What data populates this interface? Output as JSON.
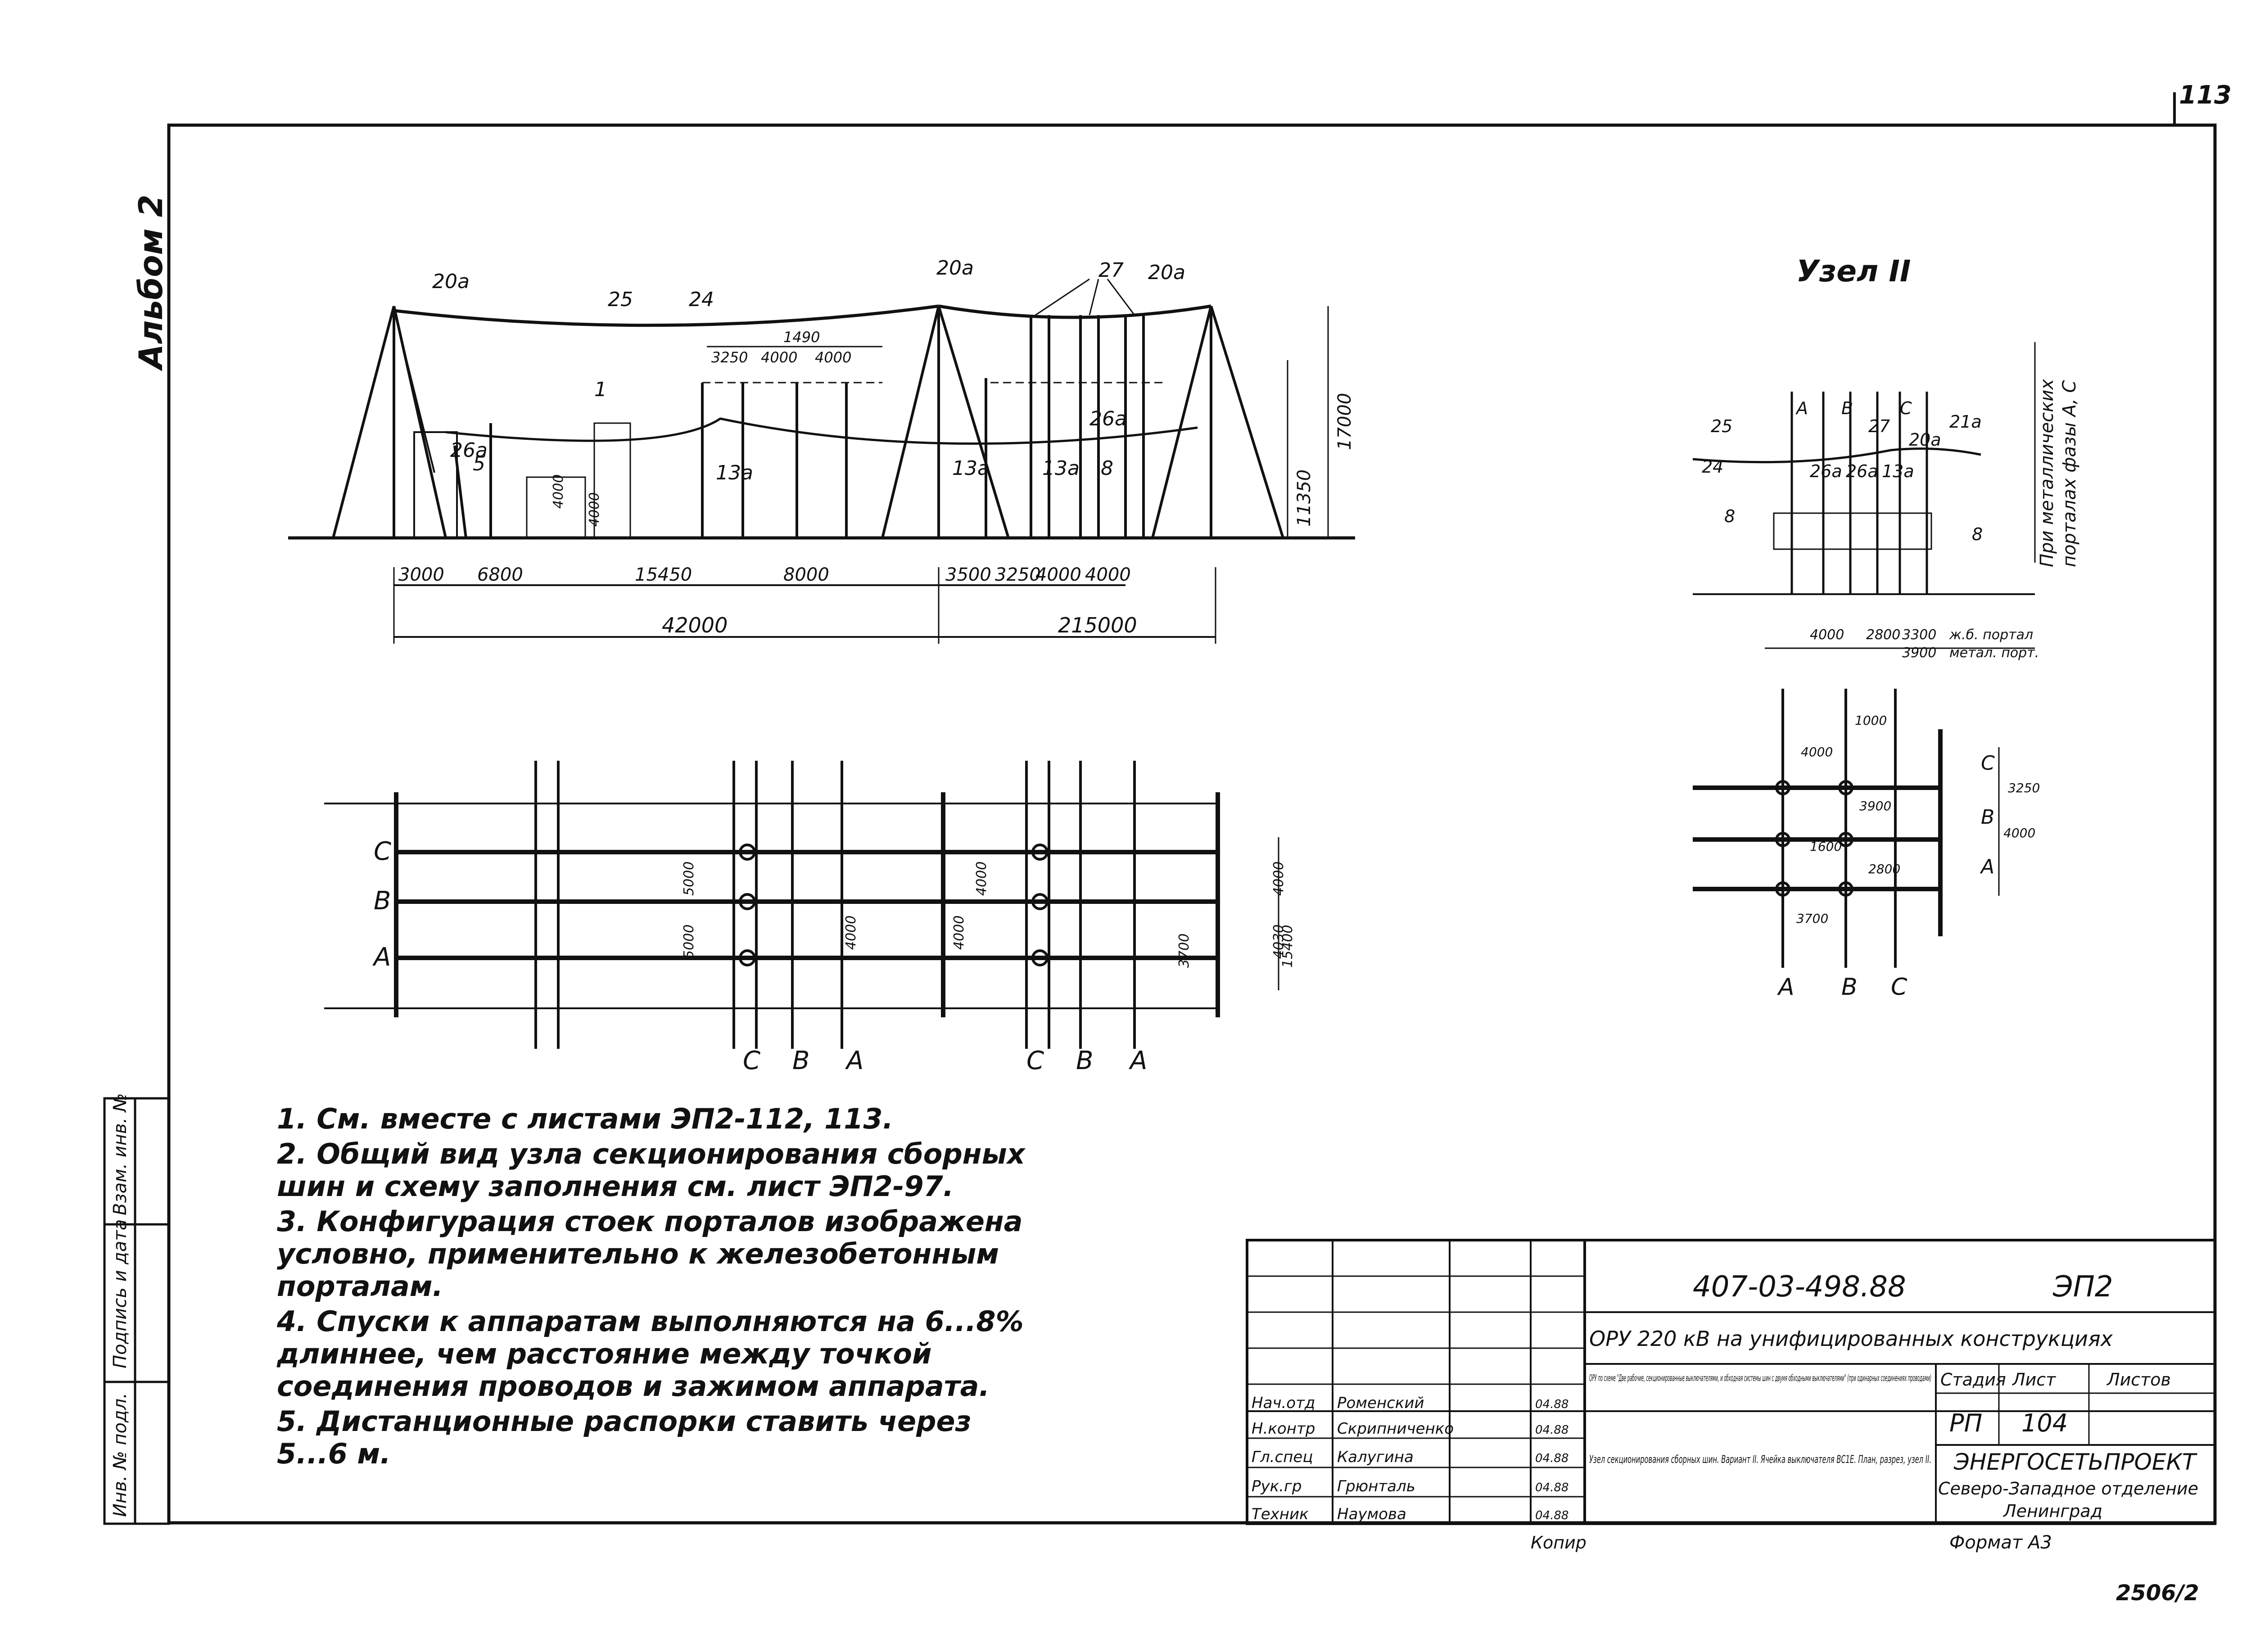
{
  "page": {
    "album": "Альбом 2",
    "sheet_number_top": "113",
    "archive_number": "2506/2",
    "format": "Формат А3",
    "copy_label": "Копир"
  },
  "elevation": {
    "labels": [
      "20а",
      "25",
      "24",
      "20а",
      "27",
      "20а",
      "26а",
      "26а",
      "13а",
      "13а",
      "13а",
      "8",
      "5",
      "1"
    ],
    "dims_top": [
      "1490",
      "3250",
      "4000",
      "4000"
    ],
    "dims_vertical": [
      "17000",
      "11350",
      "4000",
      "4000"
    ],
    "dims_bottom_row1": [
      "3000",
      "6800",
      "15450",
      "8000",
      "3500",
      "3250",
      "4000",
      "4000"
    ],
    "dims_bottom_row2": [
      "42000",
      "215000"
    ]
  },
  "plan": {
    "phases_left": [
      "С",
      "В",
      "А"
    ],
    "phases_bottom": [
      "С",
      "В",
      "А",
      "С",
      "В",
      "А"
    ],
    "dims": [
      "5000",
      "5000",
      "4000",
      "4000",
      "15400",
      "4030",
      "3700",
      "4000",
      "4000"
    ]
  },
  "node2": {
    "title": "Узел II",
    "side_note": [
      "При металлических",
      "порталах фазы А, С"
    ],
    "labels": [
      "А",
      "В",
      "С",
      "20а",
      "21а",
      "25",
      "24",
      "26а",
      "26а",
      "13а",
      "8",
      "8",
      "27"
    ],
    "dims_bottom": [
      "4000",
      "2800",
      "3300",
      "ж.б. портал",
      "3900",
      "метал. порт."
    ],
    "plan_dims": [
      "1000",
      "4000",
      "3900",
      "1600",
      "2800",
      "3700",
      "4000",
      "3250"
    ],
    "plan_phases_right": [
      "С",
      "В",
      "А"
    ],
    "plan_phases_bottom": [
      "А",
      "В",
      "С"
    ]
  },
  "notes": [
    "1. См. вместе с листами ЭП2-112, 113.",
    "2. Общий вид узла секционирования сборных шин и схему заполнения см. лист ЭП2-97.",
    "3. Конфигурация стоек порталов изображена условно, применительно к железобетонным порталам.",
    "4. Спуски к аппаратам выполняются на 6...8% длиннее, чем расстояние между точкой соединения проводов и зажимом аппарата.",
    "5. Дистанционные распорки ставить через 5...6 м."
  ],
  "left_stamp": [
    "Инв. № подл.",
    "Подпись и дата",
    "Взам. инв. №"
  ],
  "title_block": {
    "code": "407-03-498.88",
    "sheet_code": "ЭП2",
    "project": "ОРУ 220 кВ на унифицированных конструкциях",
    "scheme_desc": "ОРУ по схеме \"Две рабочие, секционированные выключателями, и обходная системы шин с двумя обходными выключателями\" (при одинарных соединениях проводами)",
    "drawing_desc": "Узел секционирования сборных шин. Вариант II. Ячейка выключателя ВС1Е. План, разрез, узел II.",
    "stage_label": "Стадия",
    "sheet_label": "Лист",
    "sheets_label": "Листов",
    "stage": "РП",
    "sheet": "104",
    "sheets": "",
    "org1": "ЭНЕРГОСЕТЬПРОЕКТ",
    "org2": "Северо-Западное отделение",
    "org3": "Ленинград",
    "people": [
      {
        "role": "Нач.отд",
        "name": "Роменский",
        "date": "04.88"
      },
      {
        "role": "Н.контр",
        "name": "Скрипниченко",
        "date": "04.88"
      },
      {
        "role": "Гл.спец",
        "name": "Калугина",
        "date": "04.88"
      },
      {
        "role": "Рук.гр",
        "name": "Грюнталь",
        "date": "04.88"
      },
      {
        "role": "Техник",
        "name": "Наумова",
        "date": "04.88"
      }
    ]
  }
}
